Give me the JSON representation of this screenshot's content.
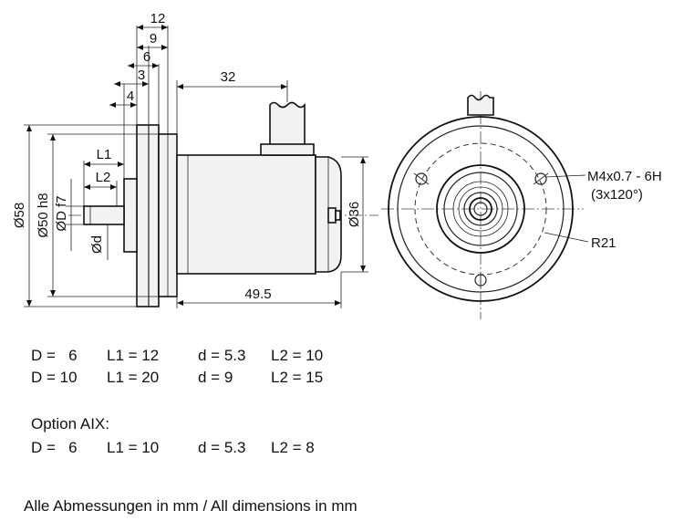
{
  "drawing": {
    "dims": {
      "d12": "12",
      "d9": "9",
      "d6": "6",
      "d3": "3",
      "d4": "4",
      "d32": "32",
      "L1": "L1",
      "L2": "L2",
      "d58": "Ø58",
      "d50h8": "Ø50 h8",
      "dDf7": "ØD f7",
      "dd": "Ød",
      "d36": "Ø36",
      "d49_5": "49.5",
      "thread_line1": "M4x0.7 - 6H",
      "thread_line2": "(3x120°)",
      "r21": "R21"
    }
  },
  "table": {
    "rows": [
      {
        "D": "D =   6",
        "L1": "L1 = 12",
        "d": "d = 5.3",
        "L2": "L2 = 10"
      },
      {
        "D": "D = 10",
        "L1": "L1 = 20",
        "d": "d = 9",
        "L2": "L2 = 15"
      }
    ]
  },
  "option": {
    "title": "Option AIX:",
    "row": {
      "D": "D =   6",
      "L1": "L1 = 10",
      "d": "d = 5.3",
      "L2": "L2 = 8"
    }
  },
  "footer": "Alle Abmessungen in mm / All dimensions in mm"
}
